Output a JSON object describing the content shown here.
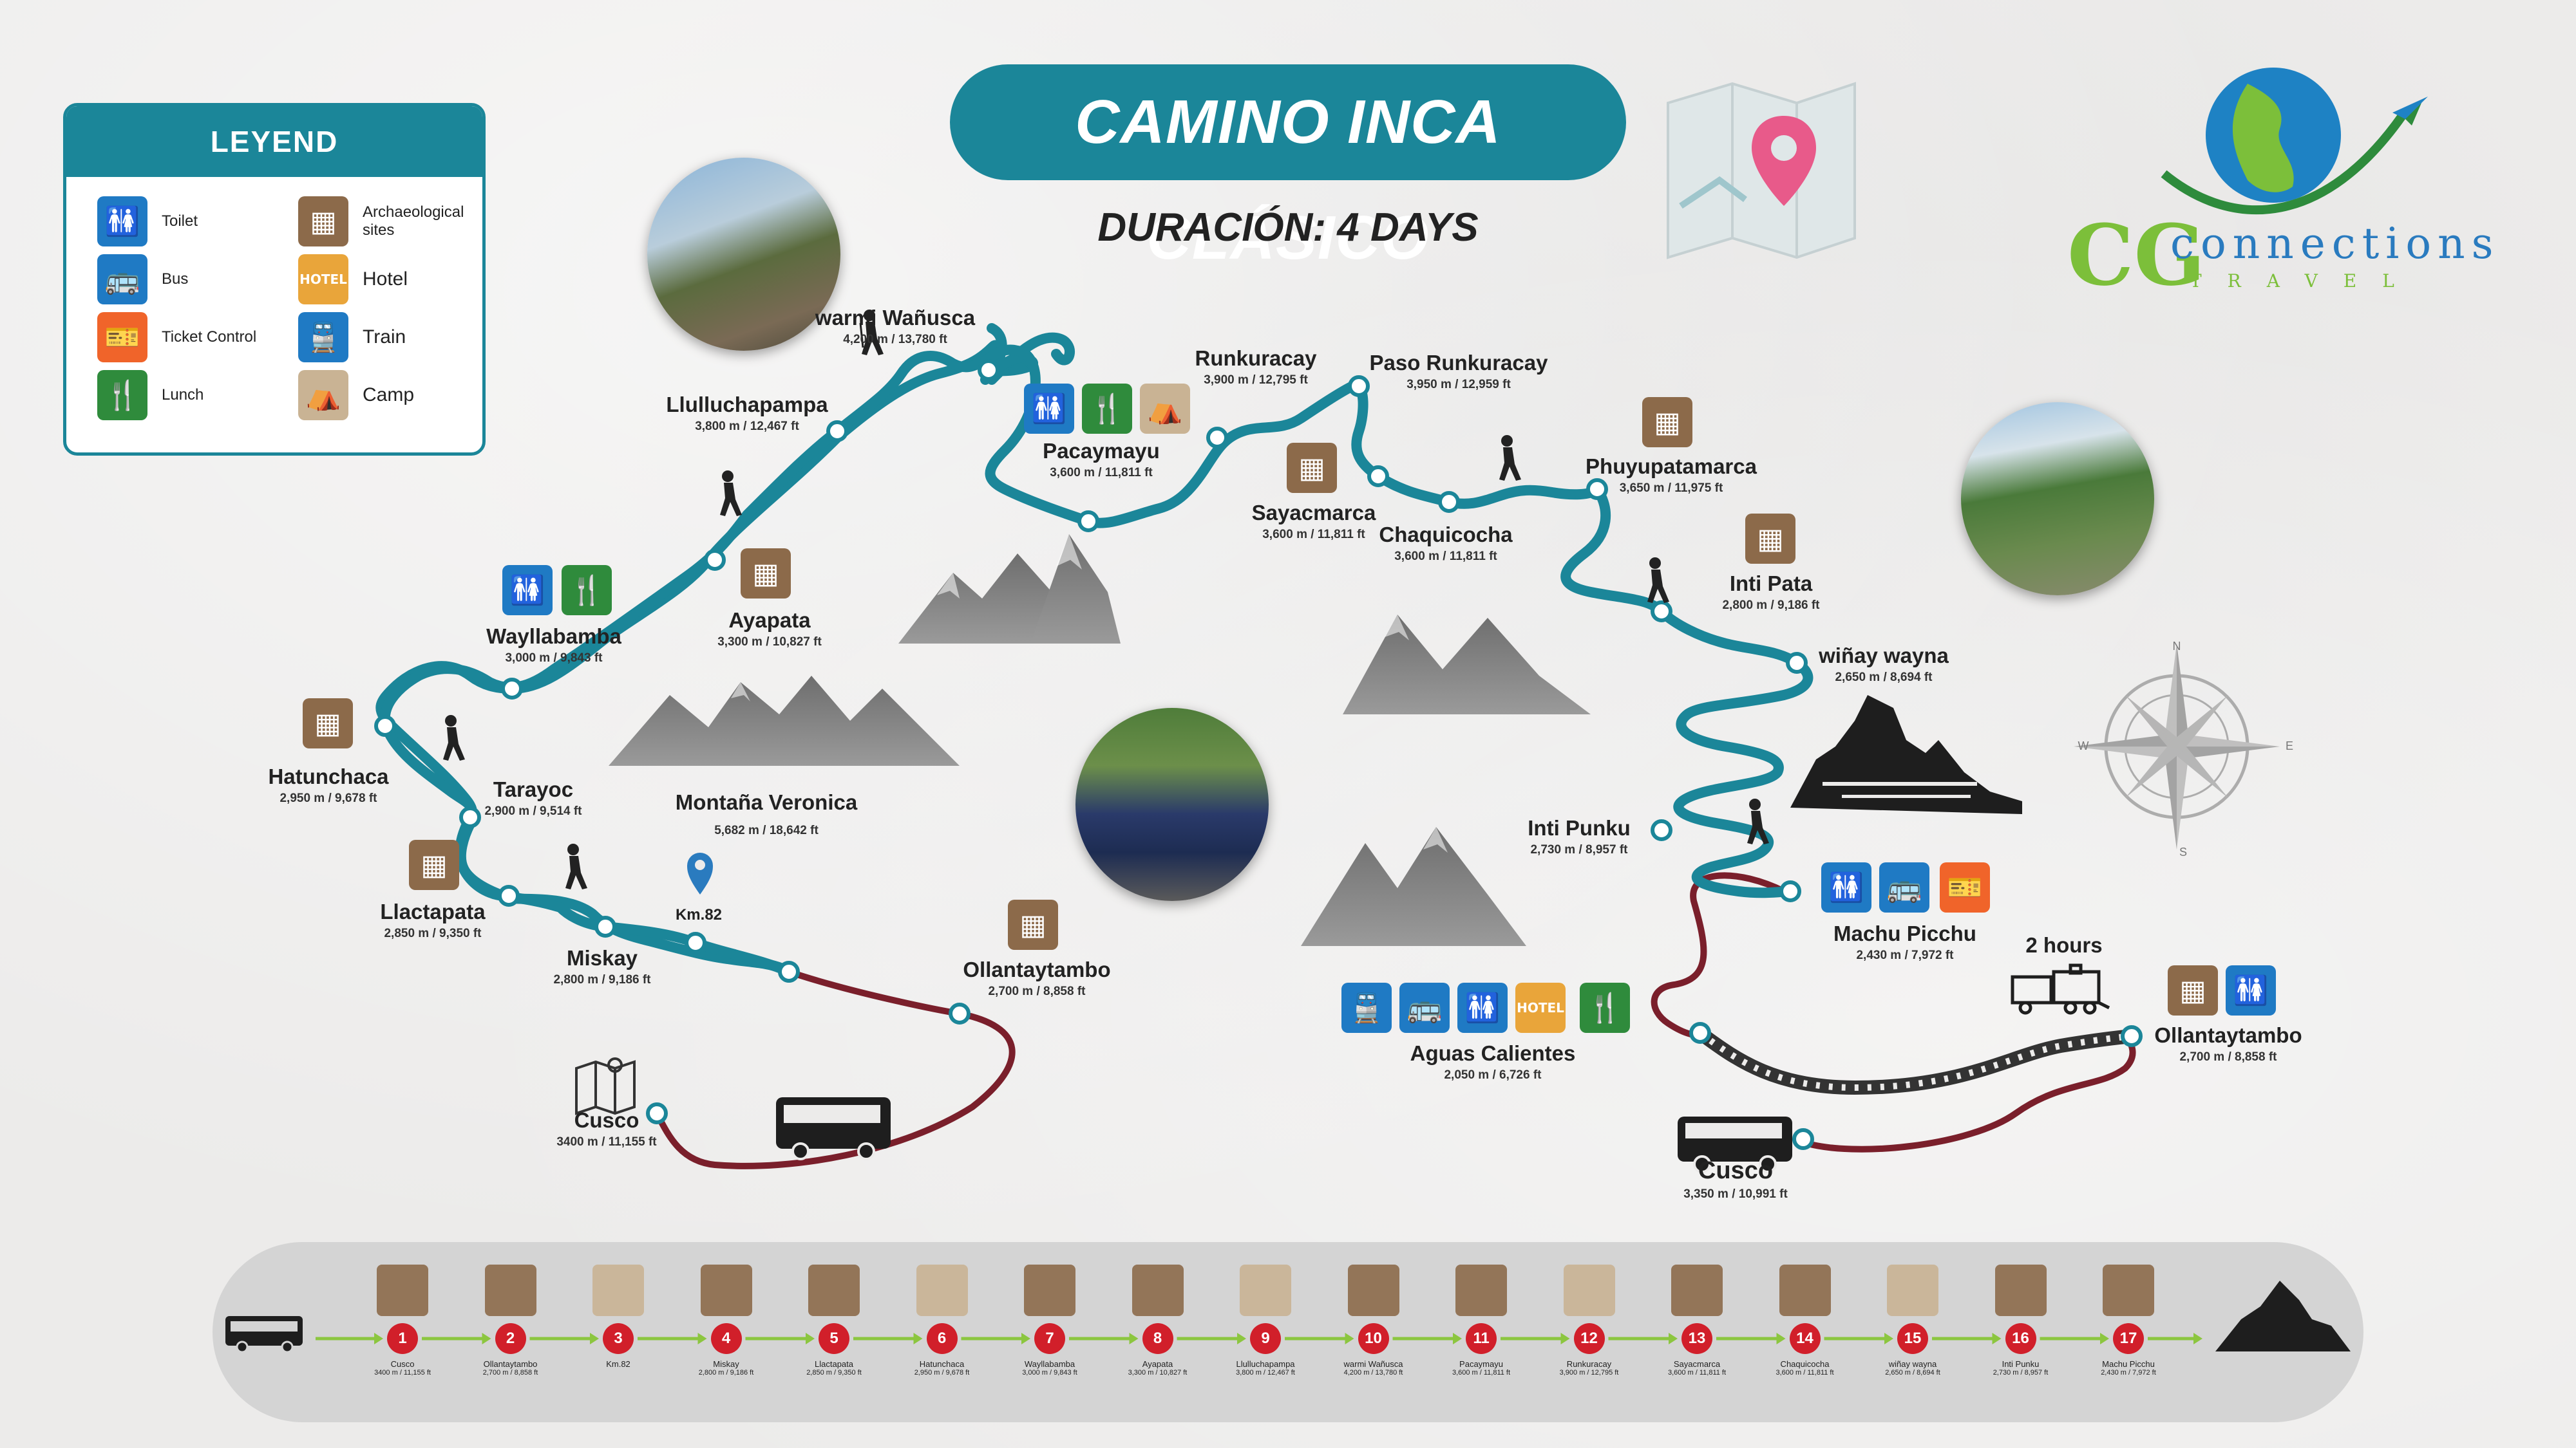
{
  "title": "CAMINO INCA CLÁSICO",
  "duration": "DURACIÓN: 4 DAYS",
  "brand": {
    "letters": "CG",
    "name": "connections",
    "tagline": "TRAVEL"
  },
  "legend": {
    "header": "LEYEND",
    "items": [
      {
        "label": "Toilet",
        "icon": "toilet-icon"
      },
      {
        "label": "Archaeological sites",
        "icon": "archaeological-site-icon"
      },
      {
        "label": "Bus",
        "icon": "bus-icon"
      },
      {
        "label": "Hotel",
        "icon": "hotel-icon"
      },
      {
        "label": "Ticket Control",
        "icon": "ticket-icon"
      },
      {
        "label": "Train",
        "icon": "train-icon"
      },
      {
        "label": "Lunch",
        "icon": "lunch-icon"
      },
      {
        "label": "Camp",
        "icon": "camp-icon"
      }
    ]
  },
  "places": {
    "cusco_w": {
      "name": "Cusco",
      "elev": "3400 m / 11,155 ft"
    },
    "ollantaytambo_w": {
      "name": "Ollantaytambo",
      "elev": "2,700 m / 8,858 ft"
    },
    "km82": {
      "name": "Km.82"
    },
    "miskay": {
      "name": "Miskay",
      "elev": "2,800 m / 9,186 ft"
    },
    "llactapata": {
      "name": "Llactapata",
      "elev": "2,850 m / 9,350 ft"
    },
    "tarayoc": {
      "name": "Tarayoc",
      "elev": "2,900 m / 9,514 ft"
    },
    "hatunchaca": {
      "name": "Hatunchaca",
      "elev": "2,950 m / 9,678 ft"
    },
    "wayllabamba": {
      "name": "Wayllabamba",
      "elev": "3,000 m / 9,843 ft"
    },
    "ayapata": {
      "name": "Ayapata",
      "elev": "3,300 m / 10,827 ft"
    },
    "llulluchapampa": {
      "name": "Llulluchapampa",
      "elev": "3,800 m / 12,467 ft"
    },
    "warmi": {
      "name": "warmi Wañusca",
      "elev": "4,200 m / 13,780 ft"
    },
    "pacaymayu": {
      "name": "Pacaymayu",
      "elev": "3,600 m / 11,811 ft"
    },
    "runkuracay": {
      "name": "Runkuracay",
      "elev": "3,900 m / 12,795 ft"
    },
    "paso": {
      "name": "Paso Runkuracay",
      "elev": "3,950 m / 12,959 ft"
    },
    "sayacmarca": {
      "name": "Sayacmarca",
      "elev": "3,600 m / 11,811 ft"
    },
    "chaquicocha": {
      "name": "Chaquicocha",
      "elev": "3,600 m / 11,811 ft"
    },
    "phuyupatamarca": {
      "name": "Phuyupatamarca",
      "elev": "3,650 m / 11,975 ft"
    },
    "intipata": {
      "name": "Inti Pata",
      "elev": "2,800 m / 9,186 ft"
    },
    "winay": {
      "name": "wiñay wayna",
      "elev": "2,650 m / 8,694 ft"
    },
    "intipunku": {
      "name": "Inti Punku",
      "elev": "2,730 m / 8,957 ft"
    },
    "machupicchu": {
      "name": "Machu Picchu",
      "elev": "2,430 m / 7,972 ft"
    },
    "montana": {
      "name": "Montaña Veronica",
      "elev": "5,682 m / 18,642 ft"
    },
    "aguas": {
      "name": "Aguas Calientes",
      "elev": "2,050 m / 6,726 ft"
    },
    "ollantaytambo_e": {
      "name": "Ollantaytambo",
      "elev": "2,700 m / 8,858 ft"
    },
    "cusco_e": {
      "name": "Cusco",
      "elev": "3,350 m / 10,991 ft"
    },
    "two_hours": "2 hours"
  },
  "compass": {
    "n": "N",
    "s": "S",
    "w": "W",
    "e": "E"
  },
  "timeline": [
    {
      "num": "1",
      "name": "Cusco",
      "elev": "3400 m / 11,155 ft"
    },
    {
      "num": "2",
      "name": "Ollantaytambo",
      "elev": "2,700 m / 8,858 ft"
    },
    {
      "num": "3",
      "name": "Km.82",
      "elev": ""
    },
    {
      "num": "4",
      "name": "Miskay",
      "elev": "2,800 m / 9,186 ft"
    },
    {
      "num": "5",
      "name": "Llactapata",
      "elev": "2,850 m / 9,350 ft"
    },
    {
      "num": "6",
      "name": "Hatunchaca",
      "elev": "2,950 m / 9,678 ft"
    },
    {
      "num": "7",
      "name": "Wayllabamba",
      "elev": "3,000 m / 9,843 ft"
    },
    {
      "num": "8",
      "name": "Ayapata",
      "elev": "3,300 m / 10,827 ft"
    },
    {
      "num": "9",
      "name": "Llulluchapampa",
      "elev": "3,800 m / 12,467 ft"
    },
    {
      "num": "10",
      "name": "warmi Wañusca",
      "elev": "4,200 m / 13,780 ft"
    },
    {
      "num": "11",
      "name": "Pacaymayu",
      "elev": "3,600 m / 11,811 ft"
    },
    {
      "num": "12",
      "name": "Runkuracay",
      "elev": "3,900 m / 12,795 ft"
    },
    {
      "num": "13",
      "name": "Sayacmarca",
      "elev": "3,600 m / 11,811 ft"
    },
    {
      "num": "14",
      "name": "Chaquicocha",
      "elev": "3,600 m / 11,811 ft"
    },
    {
      "num": "15",
      "name": "wiñay wayna",
      "elev": "2,650 m / 8,694 ft"
    },
    {
      "num": "16",
      "name": "Inti Punku",
      "elev": "2,730 m / 8,957 ft"
    },
    {
      "num": "17",
      "name": "Machu Picchu",
      "elev": "2,430 m / 7,972 ft"
    }
  ],
  "colors": {
    "trail": "#1b8699",
    "road": "#7a1f2b",
    "step": "#d11f2a",
    "arrow": "#8cc63f"
  }
}
